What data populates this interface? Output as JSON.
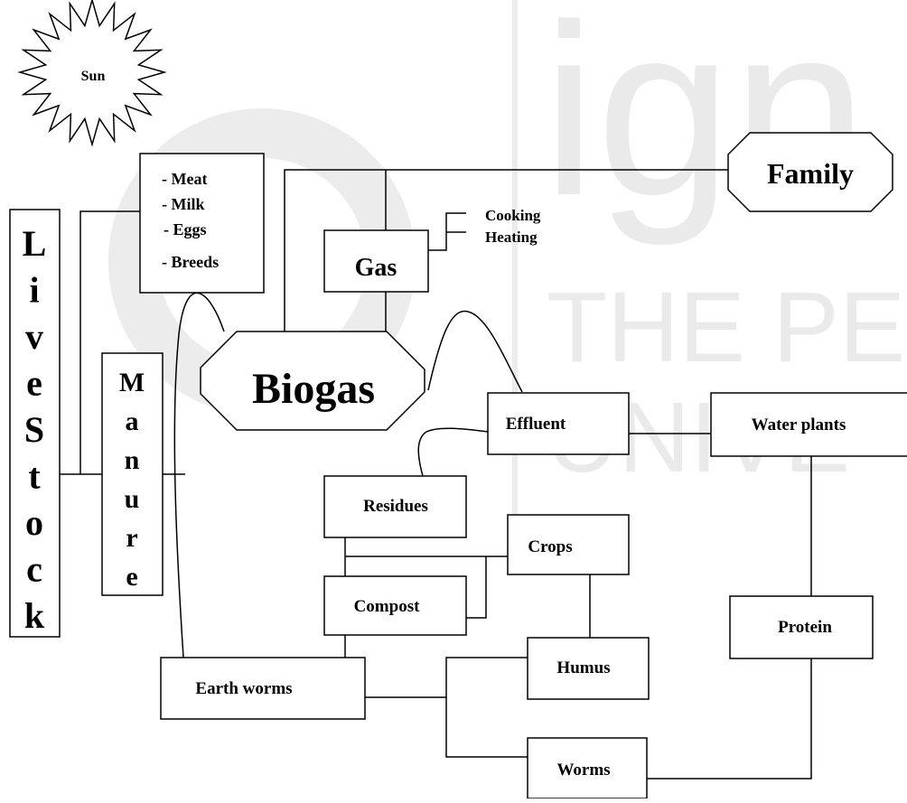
{
  "watermark": {
    "logo_letters": "ign",
    "line1": "THE PEO",
    "line2": "UNIVE"
  },
  "nodes": {
    "sun": "Sun",
    "family": "Family",
    "biogas": "Biogas",
    "gas": "Gas",
    "gas_uses": [
      "Cooking",
      "Heating"
    ],
    "products": [
      "- Meat",
      "- Milk",
      "- Eggs",
      "- Breeds"
    ],
    "livestock_letters": [
      "L",
      "i",
      "v",
      "e",
      "S",
      "t",
      "o",
      "c",
      "k"
    ],
    "manure_letters": [
      "M",
      "a",
      "n",
      "u",
      "r",
      "e"
    ],
    "effluent": "Effluent",
    "water_plants": "Water plants",
    "residues": "Residues",
    "crops": "Crops",
    "compost": "Compost",
    "humus": "Humus",
    "protein": "Protein",
    "earth_worms": "Earth worms",
    "worms": "Worms"
  }
}
